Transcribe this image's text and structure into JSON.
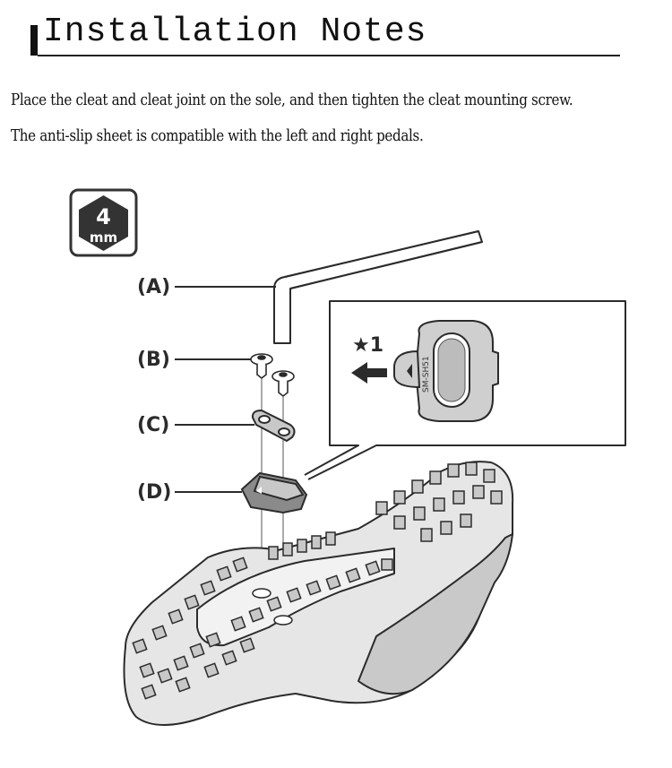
{
  "header": {
    "title": "Installation Notes"
  },
  "instructions": {
    "line1": "Place the cleat and cleat joint on the sole, and then tighten the cleat mounting screw.",
    "line2": "The anti-slip sheet is compatible with the left and right pedals."
  },
  "tool_badge": {
    "size": "4",
    "unit": "mm",
    "icon": "hex-key-icon"
  },
  "parts": {
    "a": "(A)",
    "b": "(B)",
    "c": "(C)",
    "d": "(D)",
    "note": "★1",
    "cleat_model": "SM-SH51"
  },
  "colors": {
    "line": "#2b2b2b",
    "gray": "#c8c8c8",
    "dark": "#4a4a4a"
  }
}
